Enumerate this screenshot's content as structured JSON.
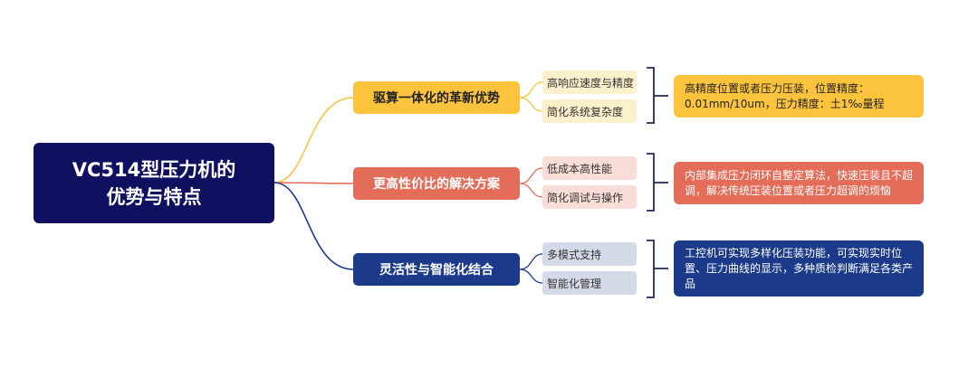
{
  "root": {
    "title_line1": "VC514型压力机的",
    "title_line2": "优势与特点"
  },
  "branches": [
    {
      "label": "驱算一体化的革新优势",
      "items": [
        "高响应速度与精度",
        "简化系统复杂度"
      ],
      "detail": "高精度位置或者压力压装，位置精度：0.01mm/10um，压力精度：土1‰量程",
      "color": "#fcc43c"
    },
    {
      "label": "更高性价比的解决方案",
      "items": [
        "低成本高性能",
        "简化调试与操作"
      ],
      "detail": "内部集成压力闭环自整定算法，快速压装且不超调，解决传统压装位置或者压力超调的烦恼",
      "color": "#e46d5a"
    },
    {
      "label": "灵活性与智能化结合",
      "items": [
        "多模式支持",
        "智能化管理"
      ],
      "detail": "工控机可实现多样化压装功能，可实现实时位置、压力曲线的显示，多种质检判断满足各类产品",
      "color": "#1b3a8a"
    }
  ],
  "colors": {
    "root": "#101060",
    "yellow": "#fcc43c",
    "red": "#e46d5a",
    "blue": "#1b3a8a",
    "bracket": "#1f2a5a"
  }
}
